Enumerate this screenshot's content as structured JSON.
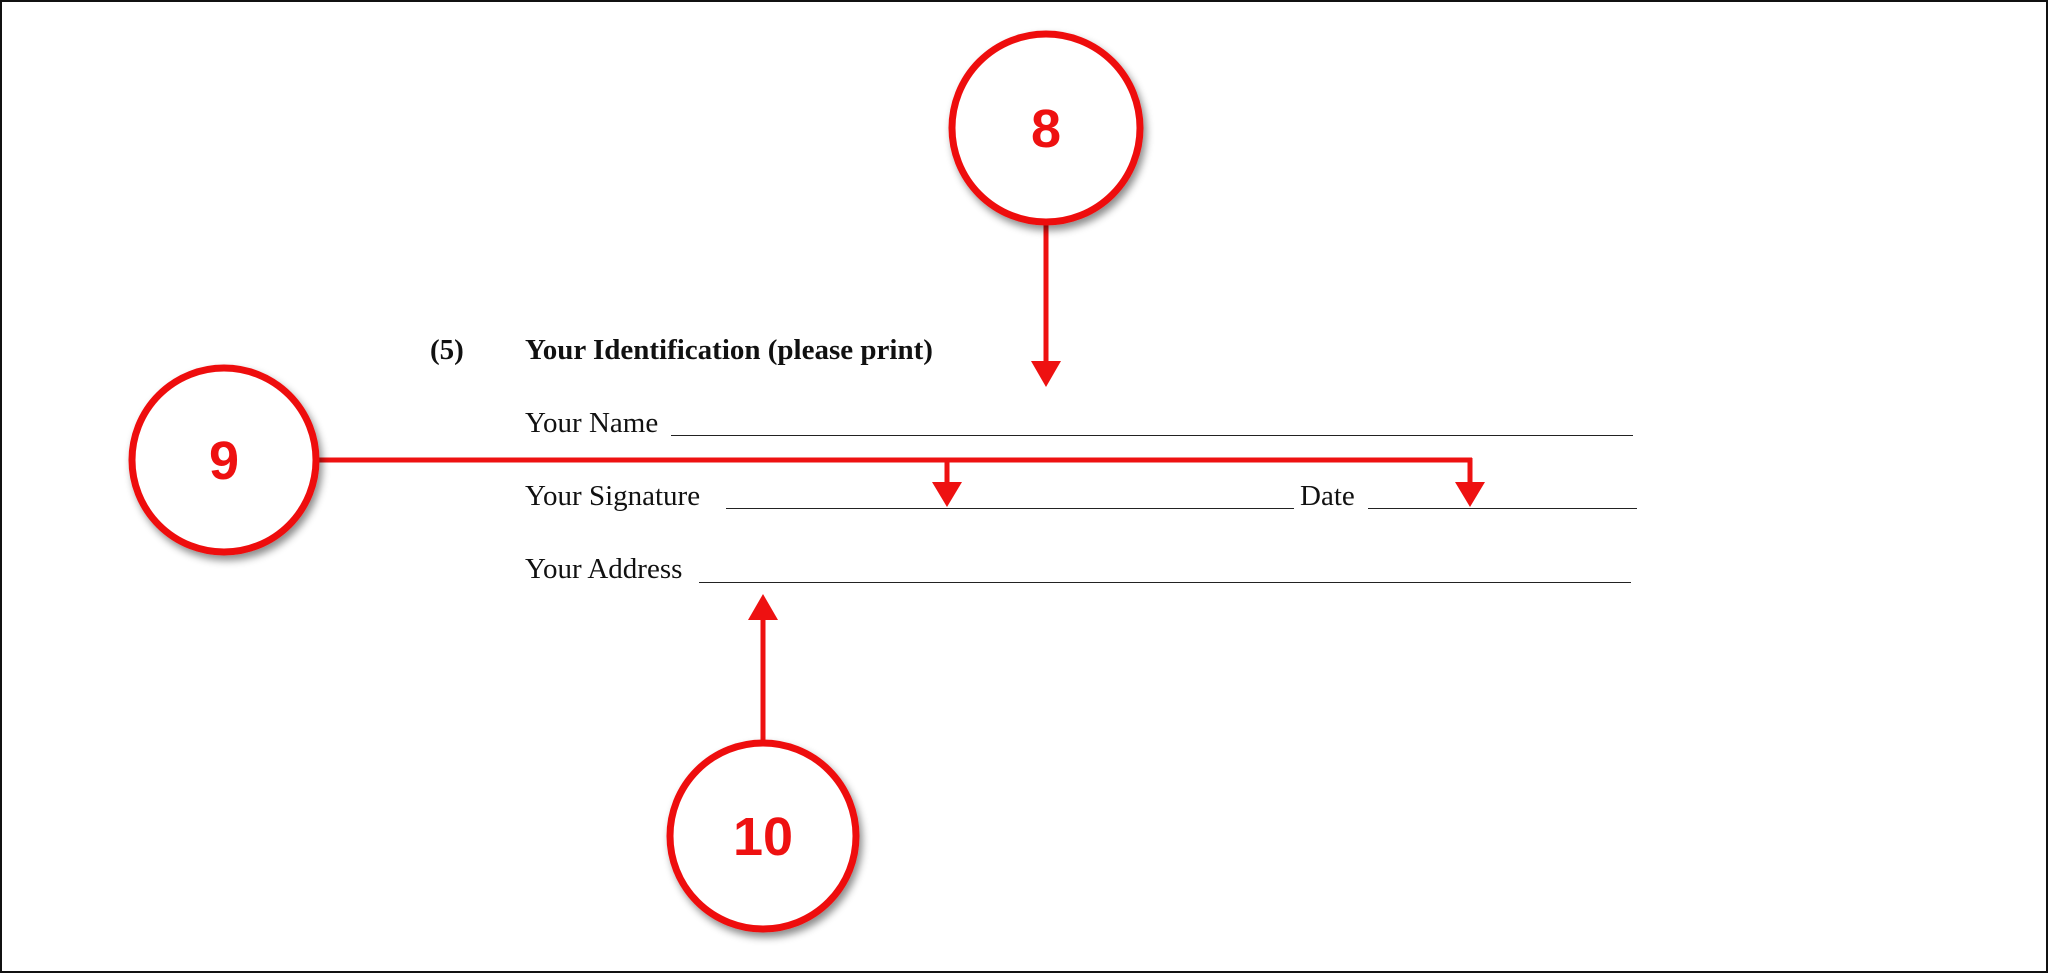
{
  "section": {
    "number": "(5)",
    "title": "Your Identification (please print)"
  },
  "fields": {
    "name_label": "Your Name",
    "signature_label": "Your Signature",
    "date_label": "Date",
    "address_label": "Your Address"
  },
  "callouts": [
    {
      "number": "8"
    },
    {
      "number": "9"
    },
    {
      "number": "10"
    }
  ],
  "colors": {
    "annotation_red": "#ee1111",
    "text": "#111111"
  }
}
